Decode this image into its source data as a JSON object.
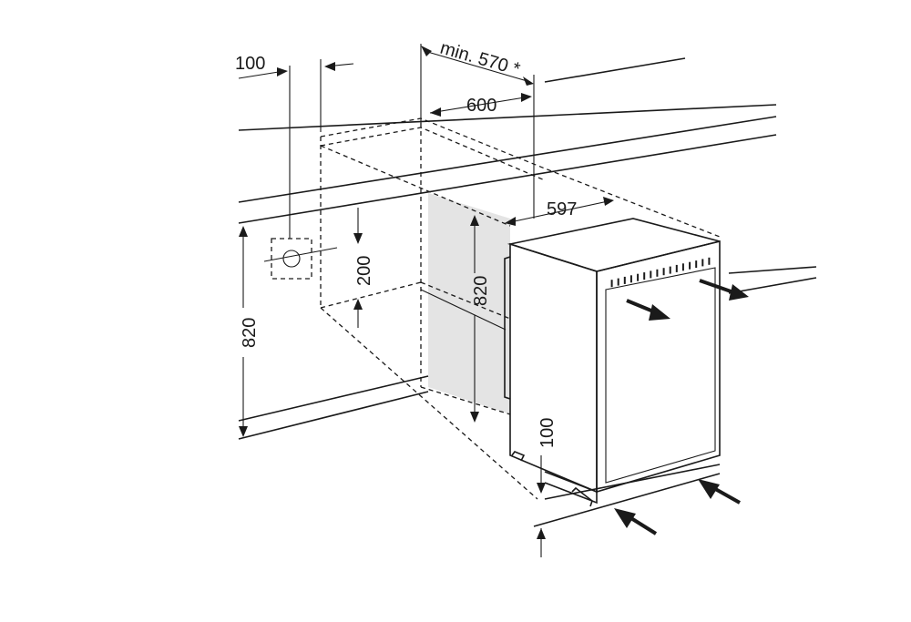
{
  "dimensions": {
    "niche_depth_min": "min. 570 *",
    "depth": "600",
    "appliance_depth": "597",
    "socket_offset": "100",
    "socket_height": "200",
    "niche_height": "820",
    "appliance_height": "820",
    "plinth_height": "100"
  },
  "colors": {
    "line": "#1a1a1a",
    "shading": "#e4e4e4"
  }
}
